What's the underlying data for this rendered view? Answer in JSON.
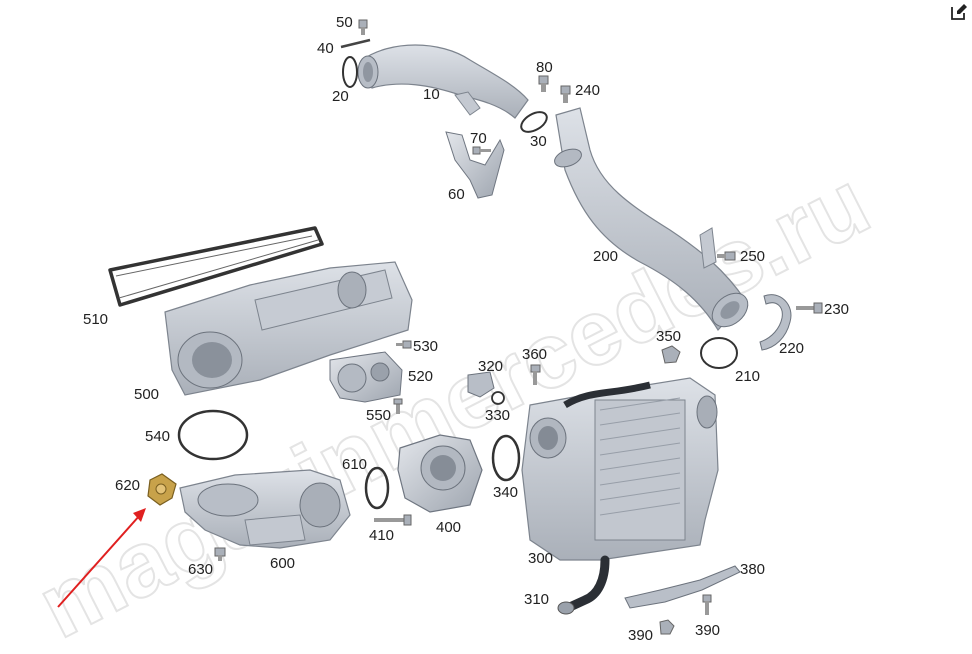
{
  "toolbar": {
    "edit_icon": "edit-icon"
  },
  "watermark": {
    "text": "magazinmercedes.ru"
  },
  "colors": {
    "part_fill": "#c9ced6",
    "part_stroke": "#7d848e",
    "part_dark": "#5f6670",
    "highlight": "#c8a24a",
    "arrow": "#e02020",
    "watermark": "#e6e6e6"
  },
  "callouts": {
    "c10": "10",
    "c20": "20",
    "c30": "30",
    "c40": "40",
    "c50": "50",
    "c60": "60",
    "c70": "70",
    "c80": "80",
    "c200": "200",
    "c210": "210",
    "c220": "220",
    "c230": "230",
    "c240": "240",
    "c250": "250",
    "c300": "300",
    "c310": "310",
    "c320": "320",
    "c330": "330",
    "c340": "340",
    "c350": "350",
    "c360": "360",
    "c380": "380",
    "c390a": "390",
    "c390b": "390",
    "c400": "400",
    "c410": "410",
    "c500": "500",
    "c510": "510",
    "c520": "520",
    "c530": "530",
    "c540": "540",
    "c550": "550",
    "c600": "600",
    "c610": "610",
    "c620": "620",
    "c630": "630"
  }
}
